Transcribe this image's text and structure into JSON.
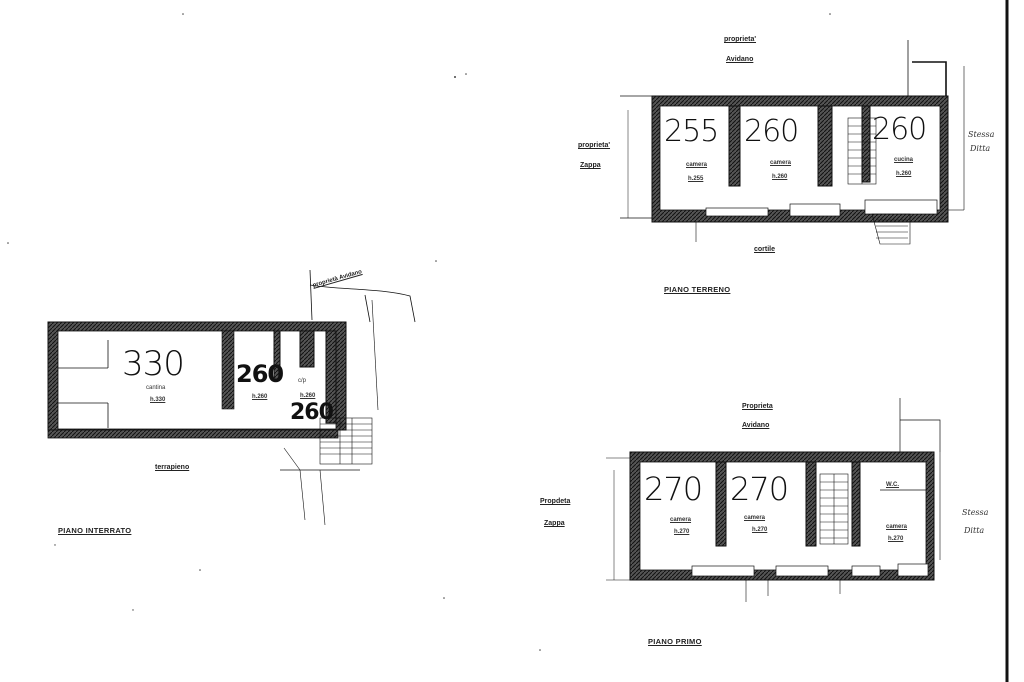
{
  "border_color": "#111111",
  "piano_interrato": {
    "title": "PIANO  INTERRATO",
    "heights": [
      "330",
      "260",
      "260"
    ],
    "rooms": [
      {
        "name": "cantina",
        "h": "h.330"
      },
      {
        "name": "",
        "h": "h.260"
      },
      {
        "name": "c/p",
        "h": "h.260"
      }
    ],
    "labels": {
      "terrapieno": "terrapieno",
      "top_road": "proprietà Avidano"
    }
  },
  "piano_terreno": {
    "title": "PIANO  TERRENO",
    "heights": [
      "255",
      "260",
      "260"
    ],
    "rooms": [
      {
        "name": "camera",
        "h": "h.255"
      },
      {
        "name": "camera",
        "h": "h.260"
      },
      {
        "name": "cucina",
        "h": "h.260"
      }
    ],
    "labels": {
      "prop_top_1": "proprieta'",
      "prop_top_2": "Avidano",
      "prop_left_1": "proprieta'",
      "prop_left_2": "Zappa",
      "cortile": "cortile",
      "right_1": "Stessa",
      "right_2": "Ditta"
    }
  },
  "piano_primo": {
    "title": "PIANO  PRIMO",
    "heights": [
      "270",
      "270"
    ],
    "rooms": [
      {
        "name": "camera",
        "h": "h.270"
      },
      {
        "name": "camera",
        "h": "h.270"
      },
      {
        "name": "camera",
        "h": "h.270"
      }
    ],
    "labels": {
      "wc": "W.C.",
      "prop_top_1": "Proprieta",
      "prop_top_2": "Avidano",
      "prop_left_1": "Propdeta",
      "prop_left_2": "Zappa",
      "right_1": "Stessa",
      "right_2": "Ditta"
    }
  }
}
